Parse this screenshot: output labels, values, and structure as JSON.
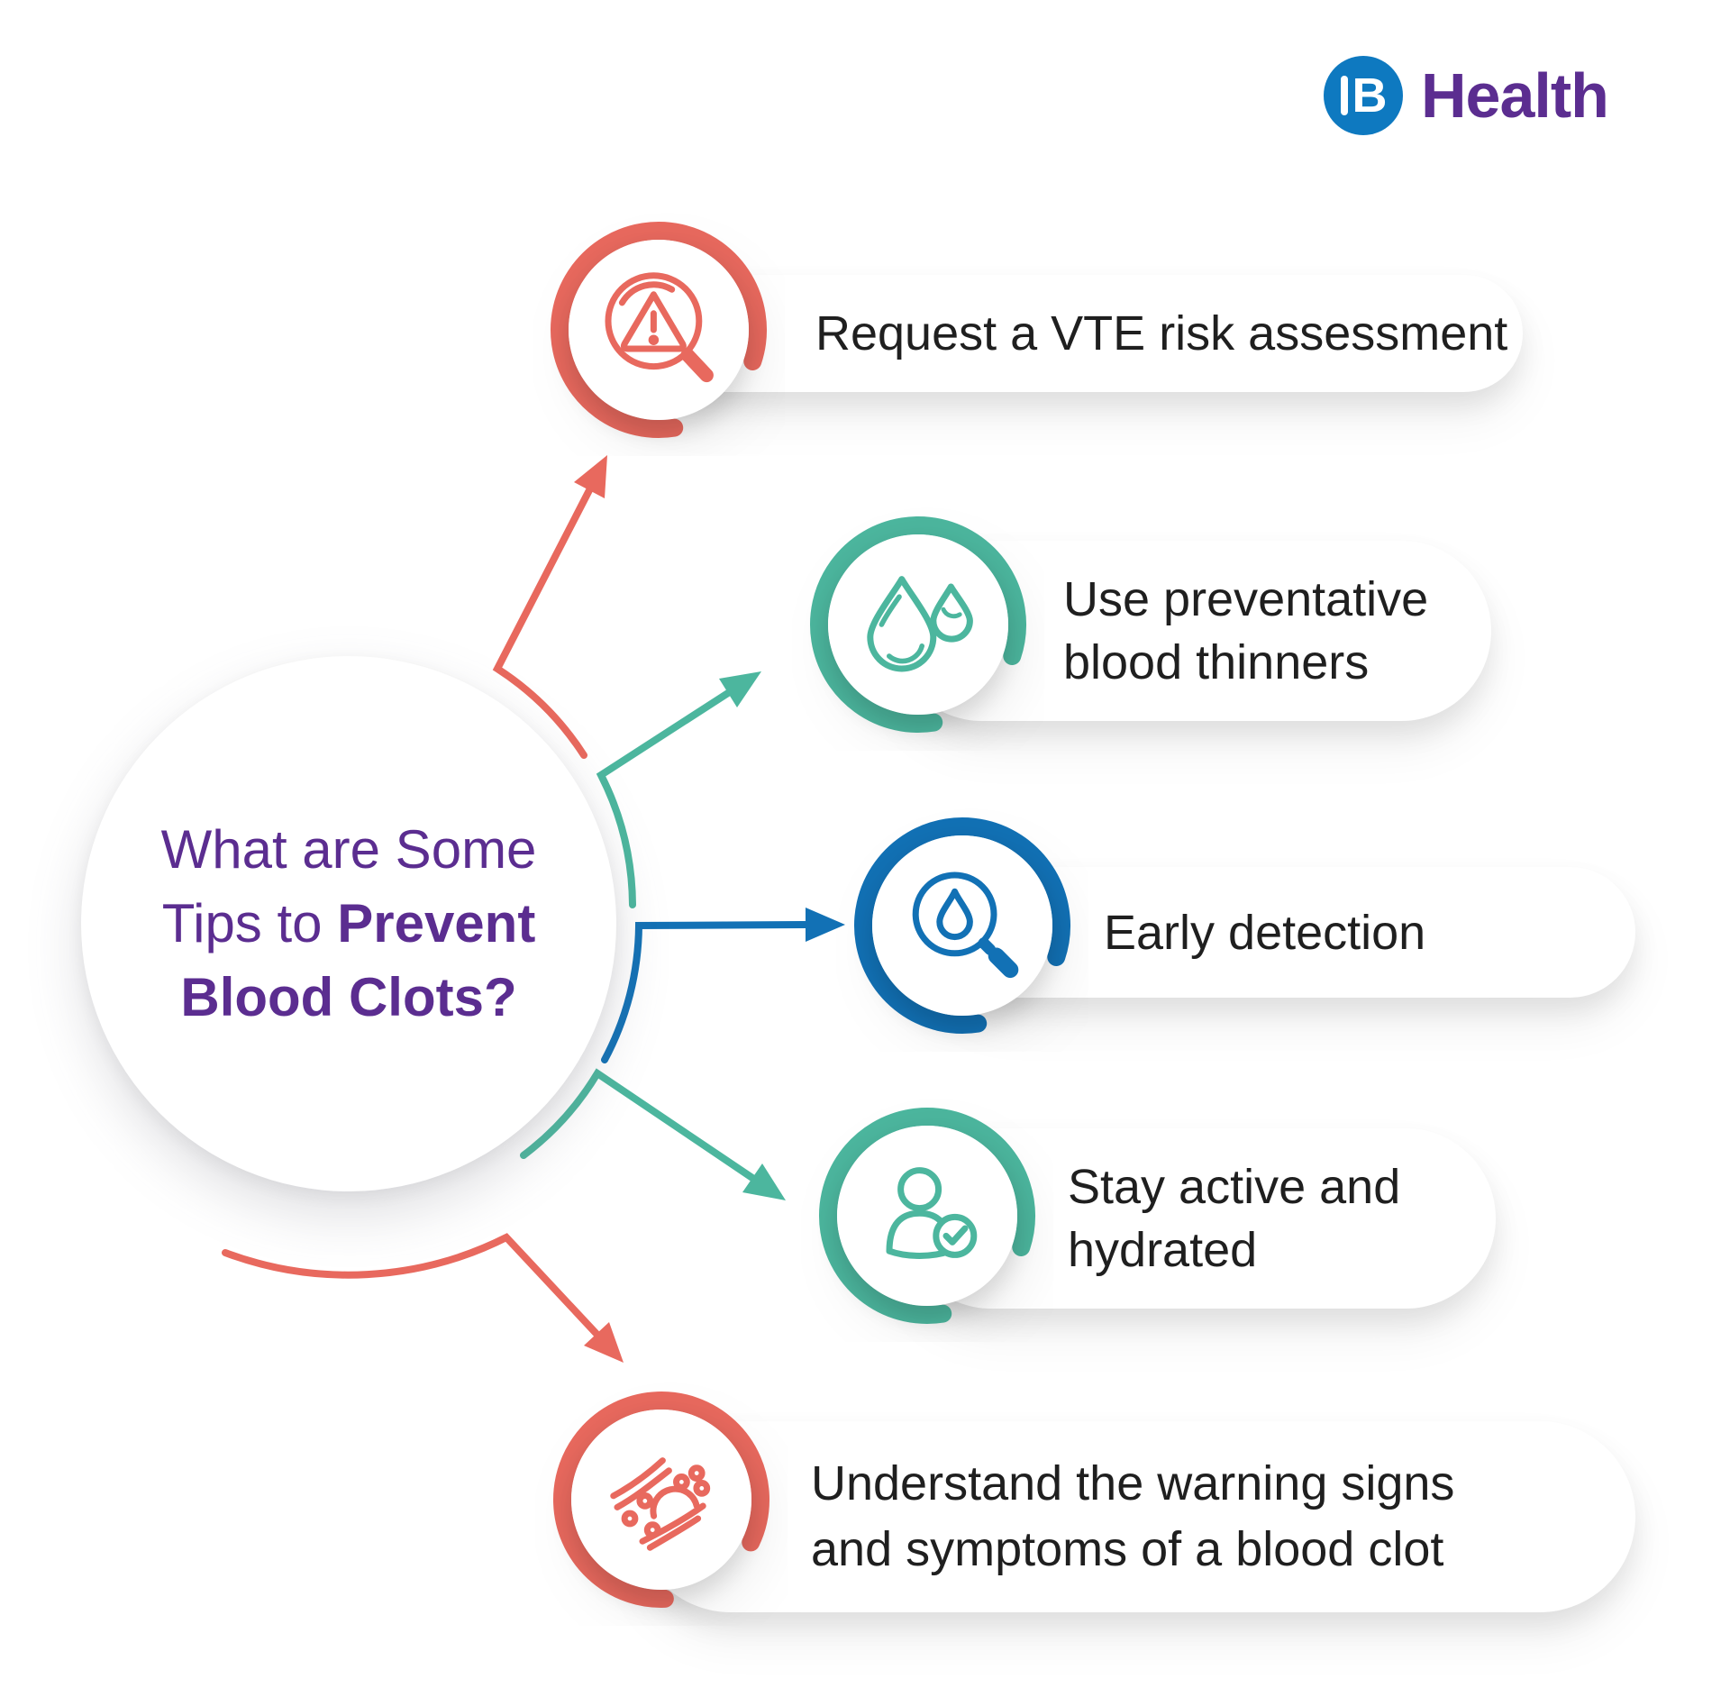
{
  "brand": {
    "mark_letter": "B",
    "name": "Health"
  },
  "center_question": {
    "line1": "What are Some",
    "line2_prefix": "Tips to ",
    "line2_bold": "Prevent",
    "line3_bold": "Blood Clots?"
  },
  "tips": [
    {
      "label_line1": "Request a VTE risk assessment",
      "icon": "magnifier-warning-icon",
      "accent": "#E8695E"
    },
    {
      "label_line1": "Use preventative",
      "label_line2": "blood thinners",
      "icon": "blood-drops-icon",
      "accent": "#4CB69E"
    },
    {
      "label_line1": "Early detection",
      "icon": "magnifier-droplet-icon",
      "accent": "#1271B5"
    },
    {
      "label_line1": "Stay active and",
      "label_line2": "hydrated",
      "icon": "person-check-icon",
      "accent": "#4CB69E"
    },
    {
      "label_line1": "Understand the warning signs",
      "label_line2": "and symptoms of a blood clot",
      "icon": "artery-clot-icon",
      "accent": "#E8695E"
    }
  ],
  "colors": {
    "coral": "#E8695E",
    "teal": "#4CB69E",
    "blue": "#1271B5",
    "purple": "#5B2D90",
    "logo_blue": "#0E79C0",
    "text_dark": "#1F1F1F",
    "background": "#FFFFFF"
  }
}
